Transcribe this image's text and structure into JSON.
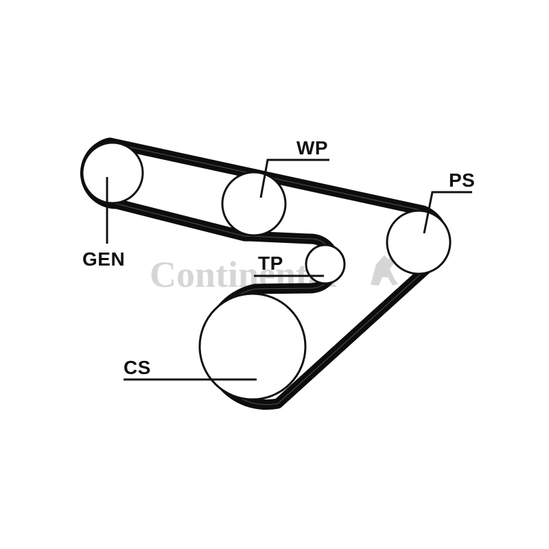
{
  "watermark": {
    "text": "Continental"
  },
  "labels": {
    "gen": "GEN",
    "wp": "WP",
    "ps": "PS",
    "tp": "TP",
    "cs": "CS"
  },
  "colors": {
    "belt": "#0d0d0d",
    "line": "#111111",
    "watermark": "#cfcfcf",
    "background": "#ffffff"
  }
}
